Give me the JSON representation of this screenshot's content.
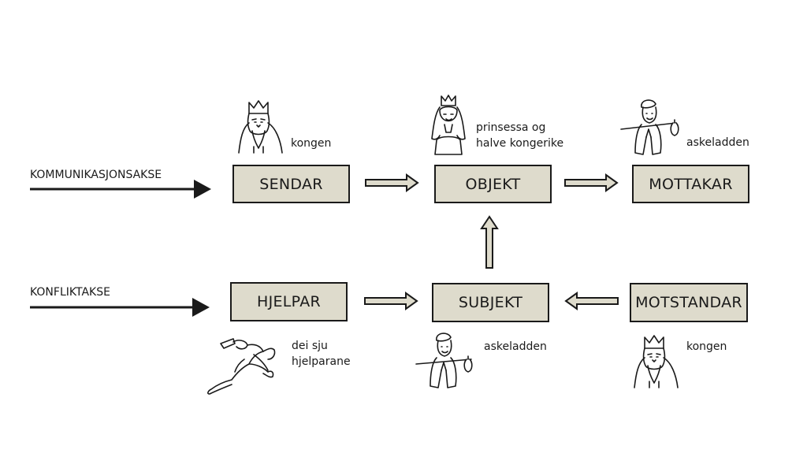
{
  "axes": {
    "communication": "KOMMUNIKASJONSAKSE",
    "conflict": "KONFLIKTAKSE"
  },
  "boxes": {
    "sendar": "SENDAR",
    "objekt": "OBJEKT",
    "mottakar": "MOTTAKAR",
    "hjelpar": "HJELPAR",
    "subjekt": "SUBJEKT",
    "motstandar": "MOTSTANDAR"
  },
  "captions": {
    "sendar": [
      "kongen"
    ],
    "objekt": [
      "prinsessa og",
      "halve kongerike"
    ],
    "mottakar": [
      "askeladden"
    ],
    "hjelpar": [
      "dei sju",
      "hjelparane"
    ],
    "subjekt": [
      "askeladden"
    ],
    "motstandar": [
      "kongen"
    ]
  },
  "colors": {
    "box_fill": "#dedbcc",
    "ink": "#1a1a1a"
  },
  "icons": {
    "sendar": "king-icon",
    "objekt": "princess-icon",
    "mottakar": "askeladden-icon",
    "hjelpar": "running-helper-icon",
    "subjekt": "askeladden-icon",
    "motstandar": "king-icon"
  }
}
